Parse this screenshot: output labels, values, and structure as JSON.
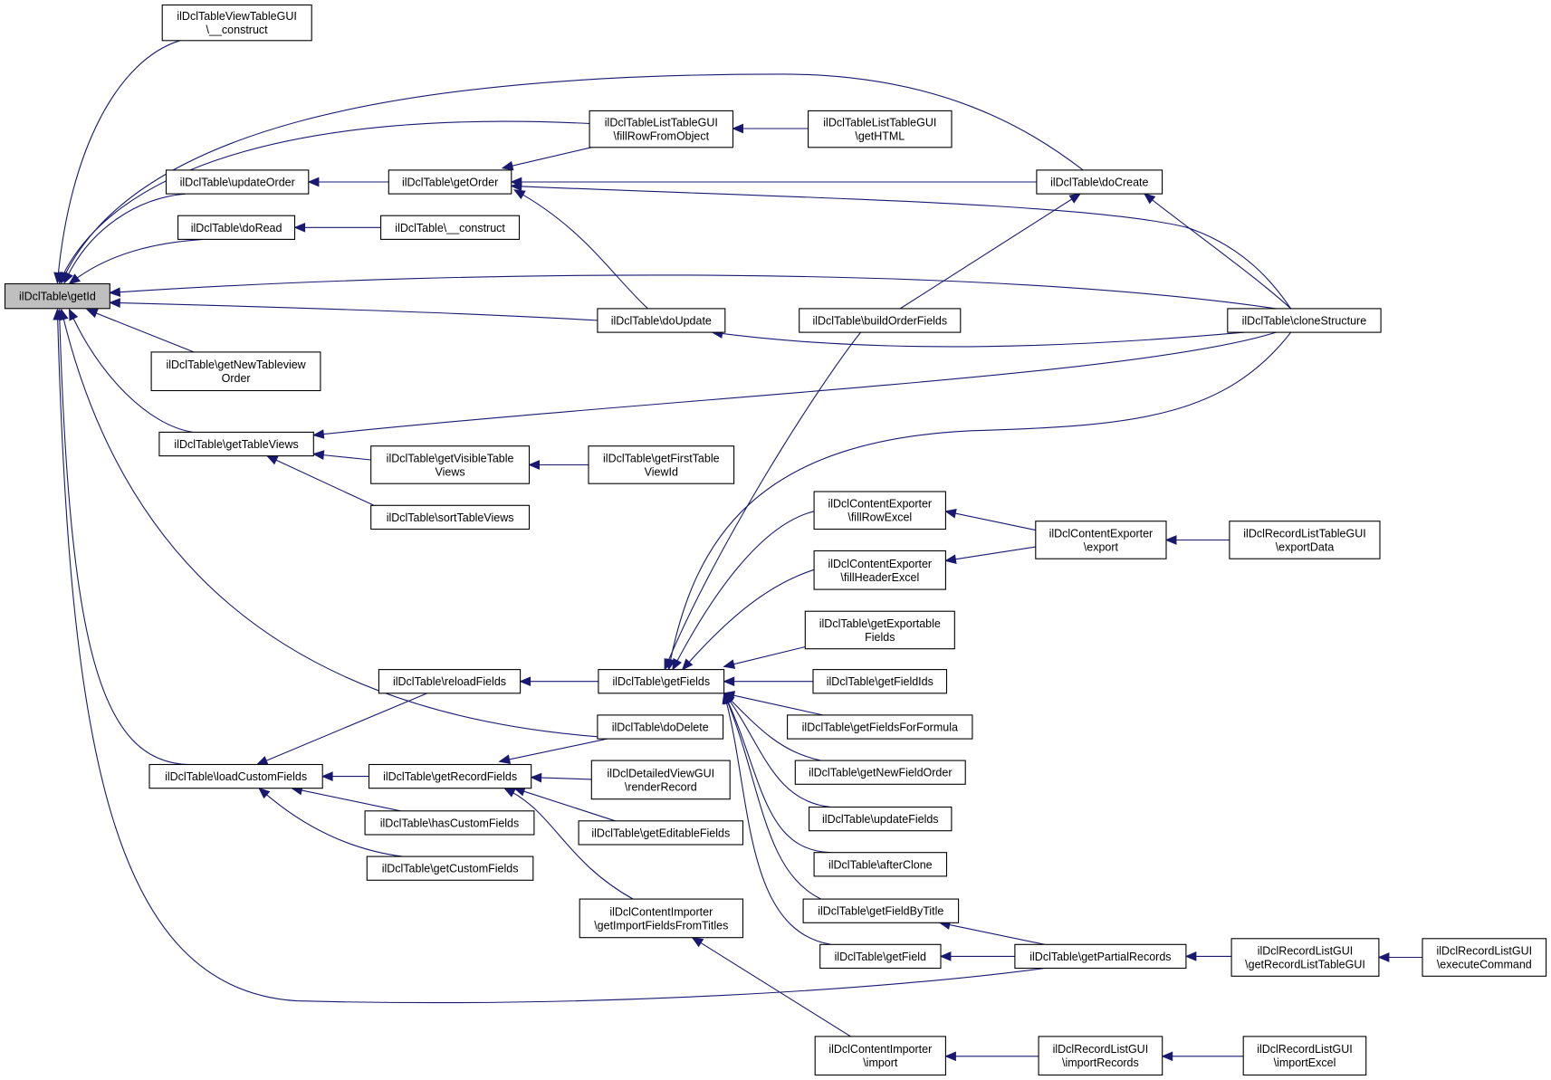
{
  "graph": {
    "root": "ilDclTable\\getId",
    "nodes": [
      {
        "id": "getId",
        "lines": [
          "ilDclTable\\getId"
        ],
        "root": true
      },
      {
        "id": "viewTableConstruct",
        "lines": [
          "ilDclTableViewTableGUI",
          "\\__construct"
        ]
      },
      {
        "id": "updateOrder",
        "lines": [
          "ilDclTable\\updateOrder"
        ]
      },
      {
        "id": "doRead",
        "lines": [
          "ilDclTable\\doRead"
        ]
      },
      {
        "id": "getNewTableviewOrder",
        "lines": [
          "ilDclTable\\getNewTableview",
          "Order"
        ]
      },
      {
        "id": "getTableViews",
        "lines": [
          "ilDclTable\\getTableViews"
        ]
      },
      {
        "id": "loadCustomFields",
        "lines": [
          "ilDclTable\\loadCustomFields"
        ]
      },
      {
        "id": "getOrder",
        "lines": [
          "ilDclTable\\getOrder"
        ]
      },
      {
        "id": "construct",
        "lines": [
          "ilDclTable\\__construct"
        ]
      },
      {
        "id": "getVisibleTableViews",
        "lines": [
          "ilDclTable\\getVisibleTable",
          "Views"
        ]
      },
      {
        "id": "sortTableViews",
        "lines": [
          "ilDclTable\\sortTableViews"
        ]
      },
      {
        "id": "reloadFields",
        "lines": [
          "ilDclTable\\reloadFields"
        ]
      },
      {
        "id": "getRecordFields",
        "lines": [
          "ilDclTable\\getRecordFields"
        ]
      },
      {
        "id": "hasCustomFields",
        "lines": [
          "ilDclTable\\hasCustomFields"
        ]
      },
      {
        "id": "getCustomFields",
        "lines": [
          "ilDclTable\\getCustomFields"
        ]
      },
      {
        "id": "fillRowFromObject",
        "lines": [
          "ilDclTableListTableGUI",
          "\\fillRowFromObject"
        ]
      },
      {
        "id": "doUpdate",
        "lines": [
          "ilDclTable\\doUpdate"
        ]
      },
      {
        "id": "getFirstTableViewId",
        "lines": [
          "ilDclTable\\getFirstTable",
          "ViewId"
        ]
      },
      {
        "id": "getFields",
        "lines": [
          "ilDclTable\\getFields"
        ]
      },
      {
        "id": "doDelete",
        "lines": [
          "ilDclTable\\doDelete"
        ]
      },
      {
        "id": "renderRecord",
        "lines": [
          "ilDclDetailedViewGUI",
          "\\renderRecord"
        ]
      },
      {
        "id": "getEditableFields",
        "lines": [
          "ilDclTable\\getEditableFields"
        ]
      },
      {
        "id": "getImportFieldsFromTitles",
        "lines": [
          "ilDclContentImporter",
          "\\getImportFieldsFromTitles"
        ]
      },
      {
        "id": "getHTML",
        "lines": [
          "ilDclTableListTableGUI",
          "\\getHTML"
        ]
      },
      {
        "id": "buildOrderFields",
        "lines": [
          "ilDclTable\\buildOrderFields"
        ]
      },
      {
        "id": "fillRowExcel",
        "lines": [
          "ilDclContentExporter",
          "\\fillRowExcel"
        ]
      },
      {
        "id": "fillHeaderExcel",
        "lines": [
          "ilDclContentExporter",
          "\\fillHeaderExcel"
        ]
      },
      {
        "id": "getExportableFields",
        "lines": [
          "ilDclTable\\getExportable",
          "Fields"
        ]
      },
      {
        "id": "getFieldIds",
        "lines": [
          "ilDclTable\\getFieldIds"
        ]
      },
      {
        "id": "getFieldsForFormula",
        "lines": [
          "ilDclTable\\getFieldsForFormula"
        ]
      },
      {
        "id": "getNewFieldOrder",
        "lines": [
          "ilDclTable\\getNewFieldOrder"
        ]
      },
      {
        "id": "updateFields",
        "lines": [
          "ilDclTable\\updateFields"
        ]
      },
      {
        "id": "afterClone",
        "lines": [
          "ilDclTable\\afterClone"
        ]
      },
      {
        "id": "getFieldByTitle",
        "lines": [
          "ilDclTable\\getFieldByTitle"
        ]
      },
      {
        "id": "getField",
        "lines": [
          "ilDclTable\\getField"
        ]
      },
      {
        "id": "import",
        "lines": [
          "ilDclContentImporter",
          "\\import"
        ]
      },
      {
        "id": "doCreate",
        "lines": [
          "ilDclTable\\doCreate"
        ]
      },
      {
        "id": "export",
        "lines": [
          "ilDclContentExporter",
          "\\export"
        ]
      },
      {
        "id": "getPartialRecords",
        "lines": [
          "ilDclTable\\getPartialRecords"
        ]
      },
      {
        "id": "importRecords",
        "lines": [
          "ilDclRecordListGUI",
          "\\importRecords"
        ]
      },
      {
        "id": "cloneStructure",
        "lines": [
          "ilDclTable\\cloneStructure"
        ]
      },
      {
        "id": "exportData",
        "lines": [
          "ilDclRecordListTableGUI",
          "\\exportData"
        ]
      },
      {
        "id": "getRecordListTableGUI",
        "lines": [
          "ilDclRecordListGUI",
          "\\getRecordListTableGUI"
        ]
      },
      {
        "id": "importExcel",
        "lines": [
          "ilDclRecordListGUI",
          "\\importExcel"
        ]
      },
      {
        "id": "executeCommand",
        "lines": [
          "ilDclRecordListGUI",
          "\\executeCommand"
        ]
      }
    ],
    "edges": [
      [
        "getId",
        "viewTableConstruct"
      ],
      [
        "getId",
        "fillRowFromObject"
      ],
      [
        "getId",
        "doCreate"
      ],
      [
        "getId",
        "updateOrder"
      ],
      [
        "getId",
        "doRead"
      ],
      [
        "getId",
        "cloneStructure"
      ],
      [
        "getId",
        "doUpdate"
      ],
      [
        "getId",
        "getNewTableviewOrder"
      ],
      [
        "getId",
        "getTableViews"
      ],
      [
        "getId",
        "doDelete"
      ],
      [
        "getId",
        "loadCustomFields"
      ],
      [
        "getId",
        "getPartialRecords"
      ],
      [
        "updateOrder",
        "getOrder"
      ],
      [
        "doRead",
        "construct"
      ],
      [
        "getOrder",
        "fillRowFromObject"
      ],
      [
        "getOrder",
        "doCreate"
      ],
      [
        "getOrder",
        "cloneStructure"
      ],
      [
        "getOrder",
        "doUpdate"
      ],
      [
        "fillRowFromObject",
        "getHTML"
      ],
      [
        "doUpdate",
        "cloneStructure"
      ],
      [
        "doCreate",
        "cloneStructure"
      ],
      [
        "doCreate",
        "buildOrderFields"
      ],
      [
        "getTableViews",
        "cloneStructure"
      ],
      [
        "getTableViews",
        "getVisibleTableViews"
      ],
      [
        "getTableViews",
        "sortTableViews"
      ],
      [
        "getVisibleTableViews",
        "getFirstTableViewId"
      ],
      [
        "loadCustomFields",
        "reloadFields"
      ],
      [
        "loadCustomFields",
        "getRecordFields"
      ],
      [
        "loadCustomFields",
        "hasCustomFields"
      ],
      [
        "loadCustomFields",
        "getCustomFields"
      ],
      [
        "reloadFields",
        "getFields"
      ],
      [
        "getRecordFields",
        "doDelete"
      ],
      [
        "getRecordFields",
        "renderRecord"
      ],
      [
        "getRecordFields",
        "getEditableFields"
      ],
      [
        "getRecordFields",
        "getImportFieldsFromTitles"
      ],
      [
        "getFields",
        "buildOrderFields"
      ],
      [
        "getFields",
        "cloneStructure"
      ],
      [
        "getFields",
        "fillRowExcel"
      ],
      [
        "getFields",
        "fillHeaderExcel"
      ],
      [
        "getFields",
        "getExportableFields"
      ],
      [
        "getFields",
        "getFieldIds"
      ],
      [
        "getFields",
        "getFieldsForFormula"
      ],
      [
        "getFields",
        "getNewFieldOrder"
      ],
      [
        "getFields",
        "updateFields"
      ],
      [
        "getFields",
        "afterClone"
      ],
      [
        "getFields",
        "getFieldByTitle"
      ],
      [
        "getFields",
        "getField"
      ],
      [
        "fillRowExcel",
        "export"
      ],
      [
        "fillHeaderExcel",
        "export"
      ],
      [
        "export",
        "exportData"
      ],
      [
        "getImportFieldsFromTitles",
        "import"
      ],
      [
        "import",
        "importRecords"
      ],
      [
        "importRecords",
        "importExcel"
      ],
      [
        "getFieldByTitle",
        "getPartialRecords"
      ],
      [
        "getField",
        "getPartialRecords"
      ],
      [
        "getPartialRecords",
        "getRecordListTableGUI"
      ],
      [
        "getRecordListTableGUI",
        "executeCommand"
      ]
    ]
  }
}
